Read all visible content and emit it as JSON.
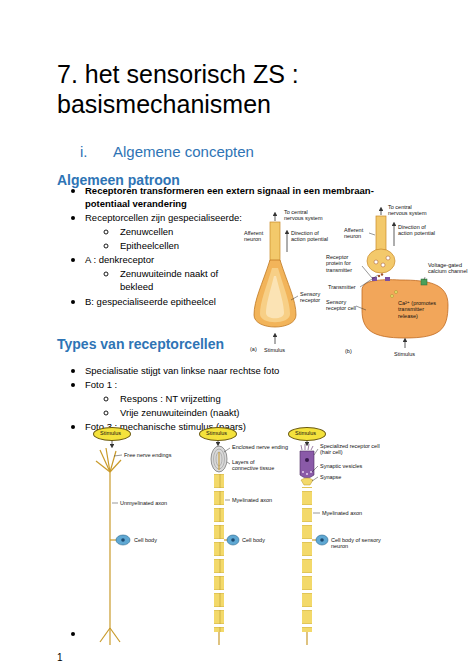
{
  "diagram": {
    "title": "7. het sensorisch ZS : basismechanismen",
    "nodes": [
      {
        "text": [
          "Stimulus"
        ]
      },
      {
        "text": [
          "Stimulus"
        ]
      },
      {
        "text": [
          "Stimulus"
        ]
      }
    ],
    "labels": [
      "i.",
      "Algemene concepten",
      "Algemeen patroon",
      "Receptoren transformeren een extern signaal in een membraan-potentiaal verandering",
      "Receptorcellen zijn gespecialiseerde:",
      "Zenuwcellen",
      "Epitheelcellen",
      "A : denkreceptor",
      "Zenuwuiteinde naakt of bekleed",
      "B: gespecialiseerde epitheelcel",
      "To central nervous system",
      "Afferent neuron",
      "Direction of action potential",
      "Sensory receptor",
      "Stimulus",
      "(a)",
      "To central nervous system",
      "Afferent neuron",
      "Direction of action potential",
      "Receptor protein for transmitter",
      "Transmitter",
      "Voltage-gated calcium channel",
      "Sensory receptor cell",
      "Ca²⁺ (promotes transmitter release)",
      "Stimulus",
      "(b)",
      "Types van receptorcellen",
      "Specialisatie stijgt van linkse naar rechtse foto",
      "Foto 1 :",
      "Respons : NT vrijzetting",
      "Vrije zenuwuiteinden (naakt)",
      "Foto 3 : mechanische stimulus (paars)",
      "Free nerve endings",
      "Unmyelinated axon",
      "Cell body",
      "Enclosed nerve ending",
      "Layers of connective tissue",
      "Myelinated axon",
      "Cell body",
      "Specialized receptor cell (hair cell)",
      "Synaptic vesicles",
      "Synapse",
      "Myelinated axon",
      "Cell body of sensory neuron",
      "1"
    ]
  }
}
